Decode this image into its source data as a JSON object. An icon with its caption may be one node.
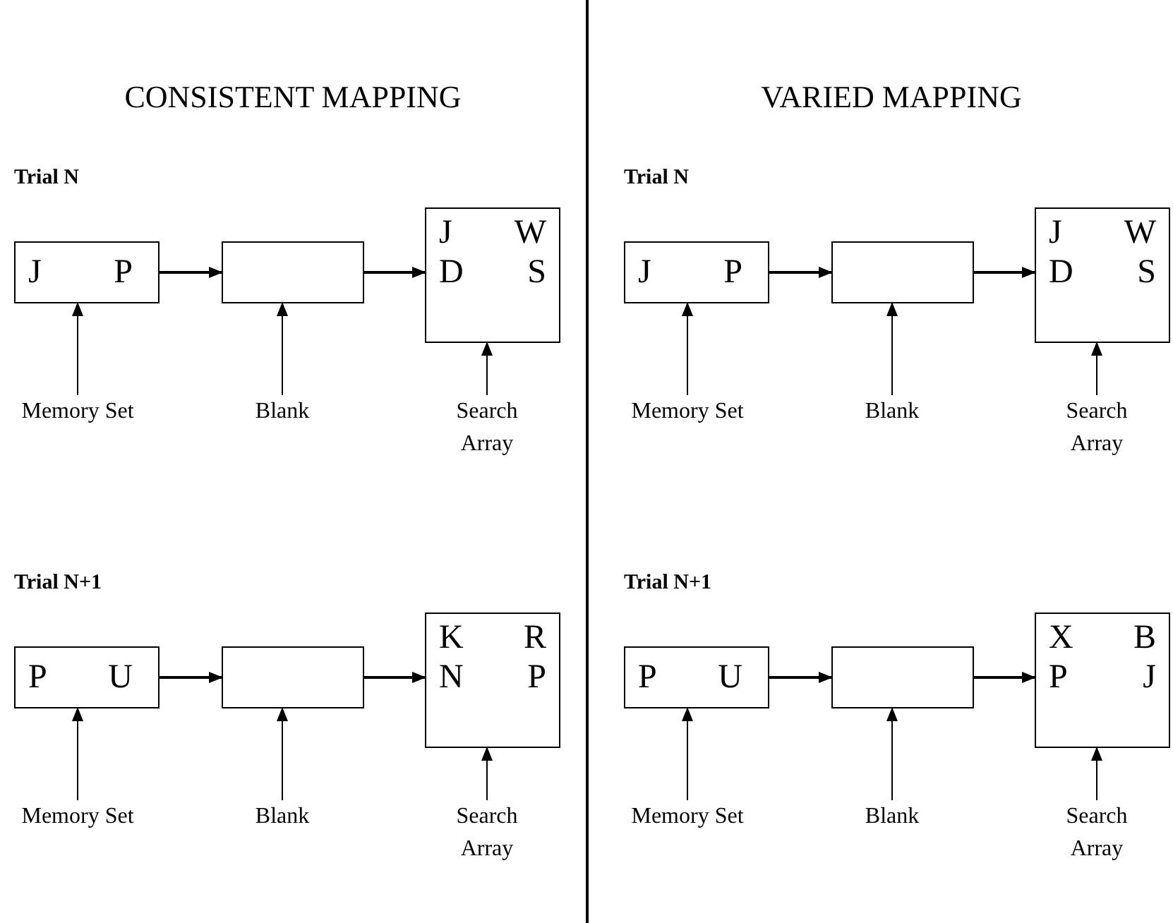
{
  "diagram": {
    "nodes": [
      {
        "text": [
          "J",
          "P"
        ]
      },
      {
        "text": [],
        "shape": "box"
      },
      {
        "text": [
          "J",
          "W",
          "D",
          "S"
        ]
      },
      {
        "text": [
          "Memory Set"
        ]
      },
      {
        "text": [
          "Blank"
        ]
      },
      {
        "text": [
          "Search Array"
        ]
      },
      {
        "text": [
          "J",
          "P"
        ]
      },
      {
        "text": [],
        "shape": "box"
      },
      {
        "text": [
          "J",
          "W",
          "D",
          "S"
        ]
      },
      {
        "text": [
          "Memory Set"
        ]
      },
      {
        "text": [
          "Blank"
        ]
      },
      {
        "text": [
          "Search Array"
        ]
      },
      {
        "text": [
          "P",
          "U"
        ]
      },
      {
        "text": [],
        "shape": "box"
      },
      {
        "text": [
          "K",
          "R",
          "N",
          "P"
        ]
      },
      {
        "text": [
          "Memory Set"
        ]
      },
      {
        "text": [
          "Blank"
        ]
      },
      {
        "text": [
          "Search Array"
        ]
      },
      {
        "text": [
          "P",
          "U"
        ]
      },
      {
        "text": [],
        "shape": "box"
      },
      {
        "text": [
          "X",
          "B",
          "P",
          "J"
        ]
      },
      {
        "text": [
          "Memory Set"
        ]
      },
      {
        "text": [
          "Blank"
        ]
      },
      {
        "text": [
          "Search Array"
        ]
      }
    ],
    "edges": [
      {
        "from": 0,
        "to": 1,
        "arrow": "to"
      },
      {
        "from": 1,
        "to": 2,
        "arrow": "to"
      },
      {
        "from": 3,
        "to": 0,
        "arrow": "to"
      },
      {
        "from": 4,
        "to": 1,
        "arrow": "to"
      },
      {
        "from": 5,
        "to": 2,
        "arrow": "to"
      },
      {
        "from": 6,
        "to": 7,
        "arrow": "to"
      },
      {
        "from": 7,
        "to": 8,
        "arrow": "to"
      },
      {
        "from": 9,
        "to": 6,
        "arrow": "to"
      },
      {
        "from": 10,
        "to": 7,
        "arrow": "to"
      },
      {
        "from": 11,
        "to": 8,
        "arrow": "to"
      },
      {
        "from": 12,
        "to": 13,
        "arrow": "to"
      },
      {
        "from": 13,
        "to": 14,
        "arrow": "to"
      },
      {
        "from": 15,
        "to": 12,
        "arrow": "to"
      },
      {
        "from": 16,
        "to": 13,
        "arrow": "to"
      },
      {
        "from": 17,
        "to": 14,
        "arrow": "to"
      },
      {
        "from": 18,
        "to": 19,
        "arrow": "to"
      },
      {
        "from": 19,
        "to": 20,
        "arrow": "to"
      },
      {
        "from": 21,
        "to": 18,
        "arrow": "to"
      },
      {
        "from": 22,
        "to": 19,
        "arrow": "to"
      },
      {
        "from": 23,
        "to": 20,
        "arrow": "to"
      }
    ],
    "labels": [
      "CONSISTENT MAPPING",
      "VARIED MAPPING",
      "Trial N",
      "Trial N",
      "Trial N+1",
      "Trial N+1"
    ]
  }
}
